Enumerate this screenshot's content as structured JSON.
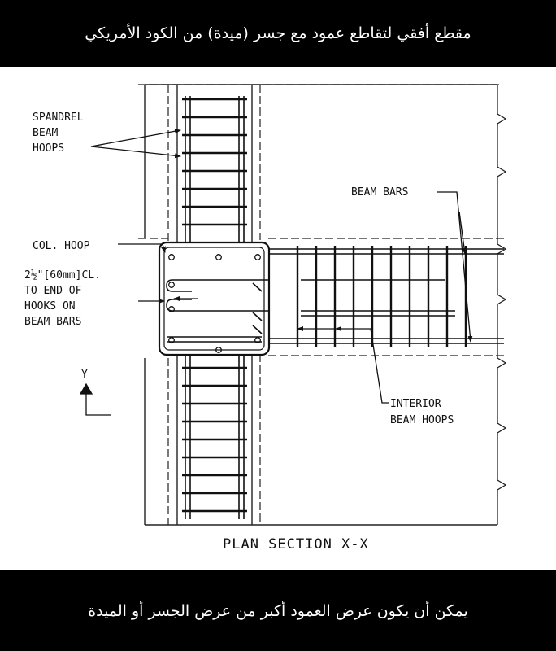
{
  "header_caption": "مقطع أفقي لتقاطع عمود مع جسر (ميدة) من الكود الأمريكي",
  "footer_caption": "يمكن أن يكون عرض العمود أكبر من عرض الجسر أو الميدة",
  "drawing": {
    "labels": {
      "spandrel_beam_hoops": [
        "SPANDREL",
        "BEAM",
        "HOOPS"
      ],
      "col_hoop": "COL. HOOP",
      "clearance_note": [
        "2½\"[60mm]CL.",
        "TO END OF",
        "HOOKS ON",
        "BEAM BARS"
      ],
      "beam_bars": "BEAM BARS",
      "interior_beam_hoops": [
        "INTERIOR",
        "BEAM HOOPS"
      ],
      "axis_y": "Y",
      "section_title": "PLAN SECTION X-X"
    }
  }
}
